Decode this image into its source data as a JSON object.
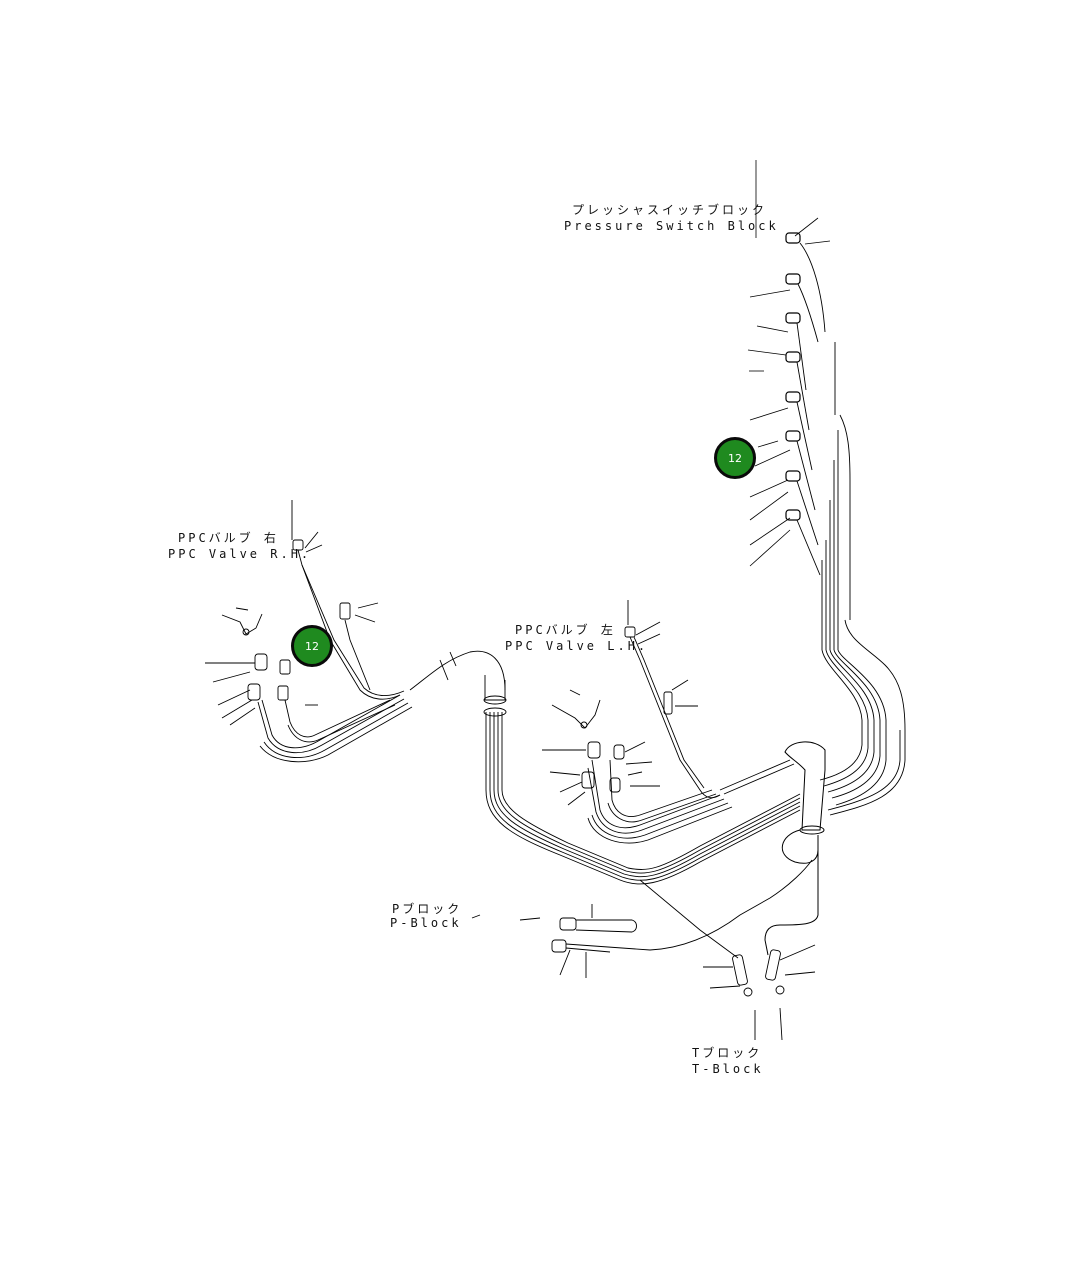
{
  "labels": {
    "pressure_switch_jp": "プレッシャスイッチブロック",
    "pressure_switch_en": "Pressure Switch Block",
    "ppc_rh_jp": "PPCバルブ 右",
    "ppc_rh_en": "PPC Valve R.H.",
    "ppc_lh_jp": "PPCバルブ 左",
    "ppc_lh_en": "PPC Valve L.H.",
    "p_block_jp": "Pブロック",
    "p_block_en": "P-Block",
    "t_block_jp": "Tブロック",
    "t_block_en": "T-Block"
  },
  "callouts": [
    {
      "number": "12"
    },
    {
      "number": "12"
    }
  ],
  "colors": {
    "callout_fill": "#1f8a1f",
    "callout_border": "#0a0a0a",
    "line": "#000000"
  }
}
